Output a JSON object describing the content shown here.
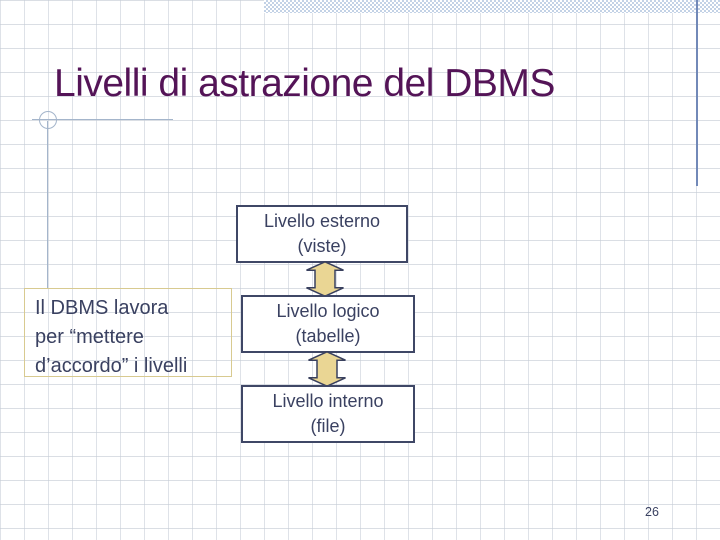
{
  "slide": {
    "title": "Livelli di astrazione del DBMS",
    "page_number": "26"
  },
  "note_box": {
    "lines": [
      "Il DBMS lavora",
      "per “mettere",
      "d’accordo” i livelli"
    ]
  },
  "diagram": {
    "boxes": [
      {
        "id": "livello-esterno",
        "lines": [
          "Livello esterno",
          "(viste)"
        ]
      },
      {
        "id": "livello-logico",
        "lines": [
          "Livello logico",
          "(tabelle)"
        ]
      },
      {
        "id": "livello-interno",
        "lines": [
          "Livello interno",
          "(file)"
        ]
      }
    ],
    "arrows": [
      "up-down-arrow",
      "up-down-arrow"
    ]
  },
  "colors": {
    "title_text": "#541457",
    "body_text": "#3a4161",
    "box_border": "#3f4766",
    "arrow_fill": "#ead694",
    "arrow_stroke": "#39405e",
    "note_border": "#d8ca90",
    "accent_bar": "#c3d2e6",
    "right_edge_line": "#7289b8",
    "decor_line": "#a4b5cb"
  }
}
